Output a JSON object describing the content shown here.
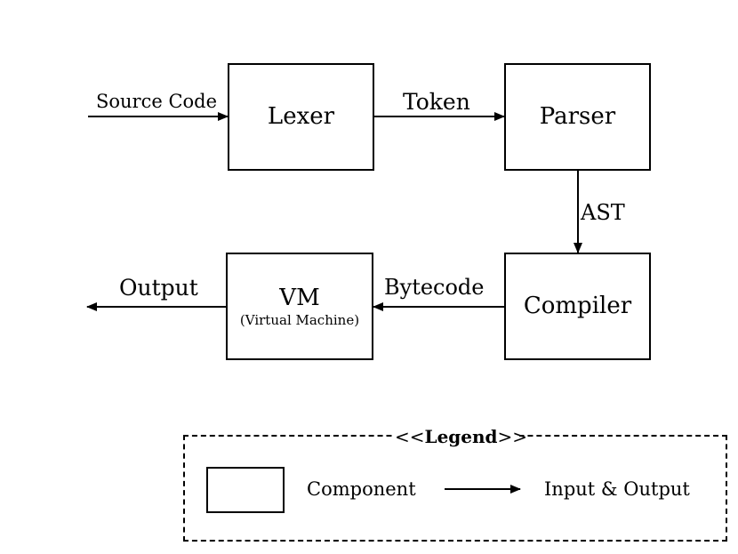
{
  "components": {
    "lexer": "Lexer",
    "parser": "Parser",
    "compiler": "Compiler",
    "vm_title": "VM",
    "vm_subtitle": "(Virtual Machine)"
  },
  "flows": {
    "source_code": "Source Code",
    "token": "Token",
    "ast": "AST",
    "bytecode": "Bytecode",
    "output": "Output"
  },
  "legend": {
    "prefix": "<<",
    "title": "Legend",
    "suffix": ">>",
    "component_label": "Component",
    "arrow_label": "Input & Output"
  }
}
